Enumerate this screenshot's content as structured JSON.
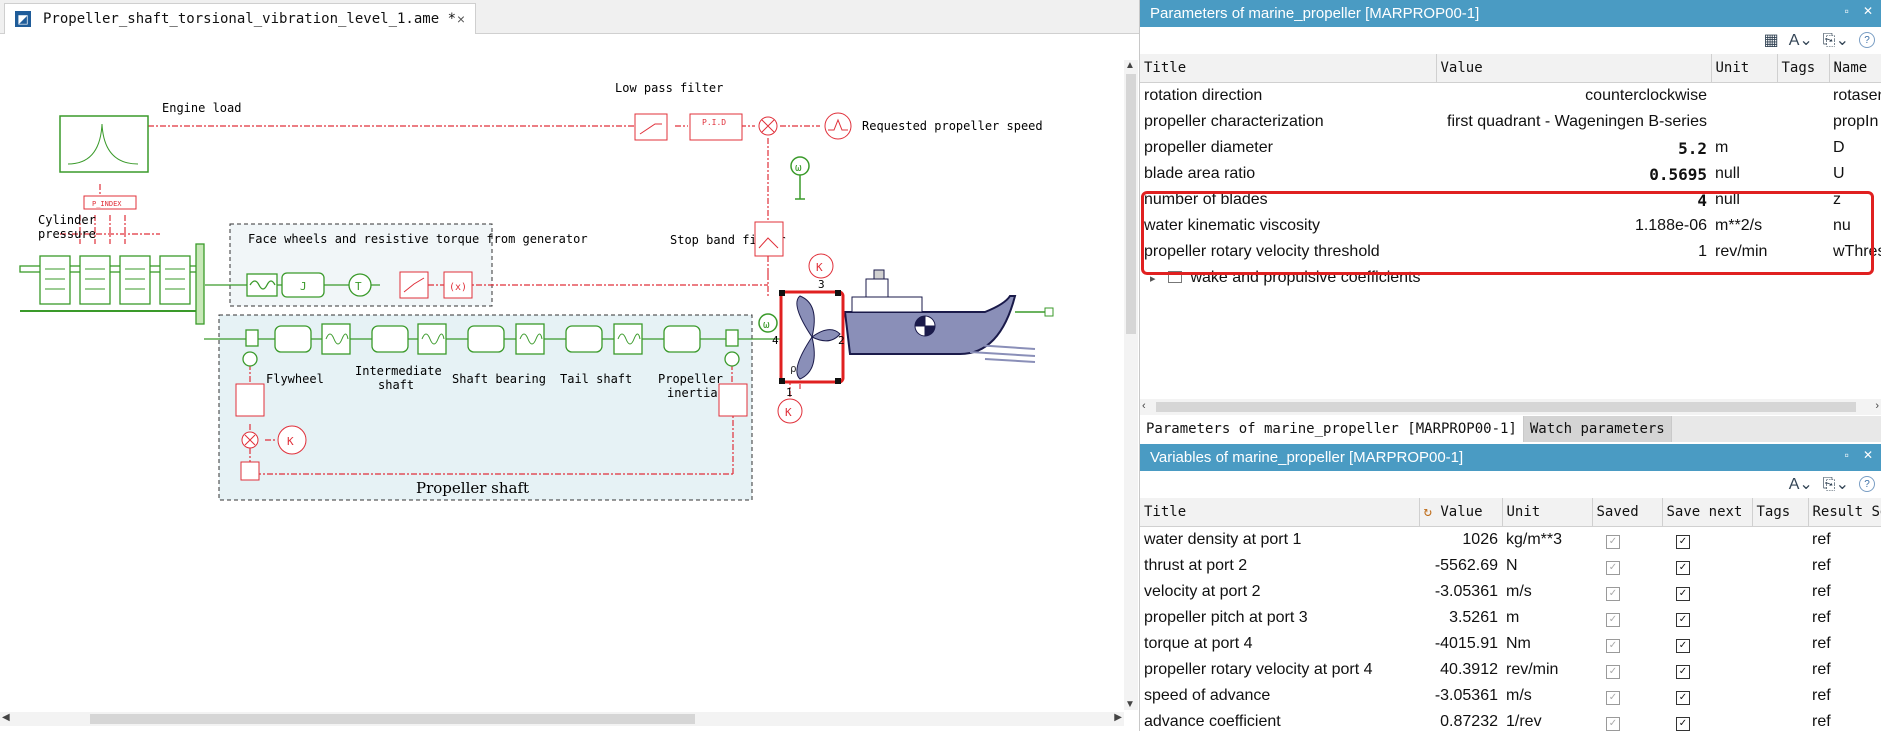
{
  "editor": {
    "tab_title": "Propeller_shaft_torsional_vibration_level_1.ame *",
    "tab_close": "×"
  },
  "diagram": {
    "labels": {
      "engine_load": "Engine load",
      "low_pass_filter": "Low pass filter",
      "requested_speed": "Requested propeller speed",
      "cylinder_pressure_1": "Cylinder",
      "cylinder_pressure_2": "pressure",
      "face_wheels": "Face wheels and resistive torque from generator",
      "stop_band_filter": "Stop band filter",
      "flywheel": "Flywheel",
      "intermediate_1": "Intermediate",
      "intermediate_2": "shaft",
      "shaft_bearing": "Shaft bearing",
      "tail_shaft": "Tail shaft",
      "propeller_inertia_1": "Propeller",
      "propeller_inertia_2": "inertia",
      "propeller_shaft": "Propeller shaft",
      "port_3": "3",
      "port_4": "4",
      "port_2": "2",
      "port_1": "1",
      "rho": "ρ",
      "omega": "ω",
      "k": "K",
      "j": "J",
      "t": "T",
      "pid": "P.I.D",
      "index": "P_INDEX"
    },
    "colors": {
      "green": "#3a9a2a",
      "red": "#e0303a",
      "ship_hull": "#8a8fb8",
      "highlight": "#e02020"
    }
  },
  "params_panel": {
    "header": "Parameters of marine_propeller [MARPROP00-1]",
    "header_buttons": [
      "▫",
      "✕"
    ],
    "columns": [
      "Title",
      "Value",
      "Unit",
      "Tags",
      "Name"
    ],
    "rows": [
      {
        "title": "rotation direction",
        "value": "counterclockwise",
        "unit": "",
        "tags": "",
        "name": "rotasen"
      },
      {
        "title": "propeller characterization",
        "value": "first quadrant - Wageningen B-series",
        "unit": "",
        "tags": "",
        "name": "propIn"
      },
      {
        "title": "propeller diameter",
        "value": "5.2",
        "unit": "m",
        "tags": "",
        "name": "D"
      },
      {
        "title": "blade area ratio",
        "value": "0.5695",
        "unit": "null",
        "tags": "",
        "name": "U"
      },
      {
        "title": "number of blades",
        "value": "4",
        "unit": "null",
        "tags": "",
        "name": "z"
      },
      {
        "title": "water kinematic viscosity",
        "value": "1.188e-06",
        "unit": "m**2/s",
        "tags": "",
        "name": "nu"
      },
      {
        "title": "propeller rotary velocity threshold",
        "value": "1",
        "unit": "rev/min",
        "tags": "",
        "name": "wThres"
      }
    ],
    "group_row": {
      "expander": "▸",
      "folder_icon": "folder-icon",
      "title": "wake and propulsive coefficients"
    }
  },
  "bottom_tabs": [
    {
      "label": "Parameters of marine_propeller [MARPROP00-1]",
      "active": true
    },
    {
      "label": "Watch parameters",
      "active": false
    }
  ],
  "vars_panel": {
    "header": "Variables of marine_propeller [MARPROP00-1]",
    "header_buttons": [
      "▫",
      "✕"
    ],
    "columns": [
      "Title",
      "Value",
      "Unit",
      "Saved",
      "Save next",
      "Tags",
      "Result Set"
    ],
    "rows": [
      {
        "title": "water density at port 1",
        "value": "1026",
        "unit": "kg/m**3",
        "result": "ref"
      },
      {
        "title": "thrust at port 2",
        "value": "-5562.69",
        "unit": "N",
        "result": "ref"
      },
      {
        "title": "velocity at port 2",
        "value": "-3.05361",
        "unit": "m/s",
        "result": "ref"
      },
      {
        "title": "propeller pitch at port 3",
        "value": "3.5261",
        "unit": "m",
        "result": "ref"
      },
      {
        "title": "torque at port 4",
        "value": "-4015.91",
        "unit": "Nm",
        "result": "ref"
      },
      {
        "title": "propeller rotary velocity at port 4",
        "value": "40.3912",
        "unit": "rev/min",
        "result": "ref"
      },
      {
        "title": "speed of advance",
        "value": "-3.05361",
        "unit": "m/s",
        "result": "ref"
      },
      {
        "title": "advance coefficient",
        "value": "0.87232",
        "unit": "1/rev",
        "result": "ref"
      }
    ]
  }
}
